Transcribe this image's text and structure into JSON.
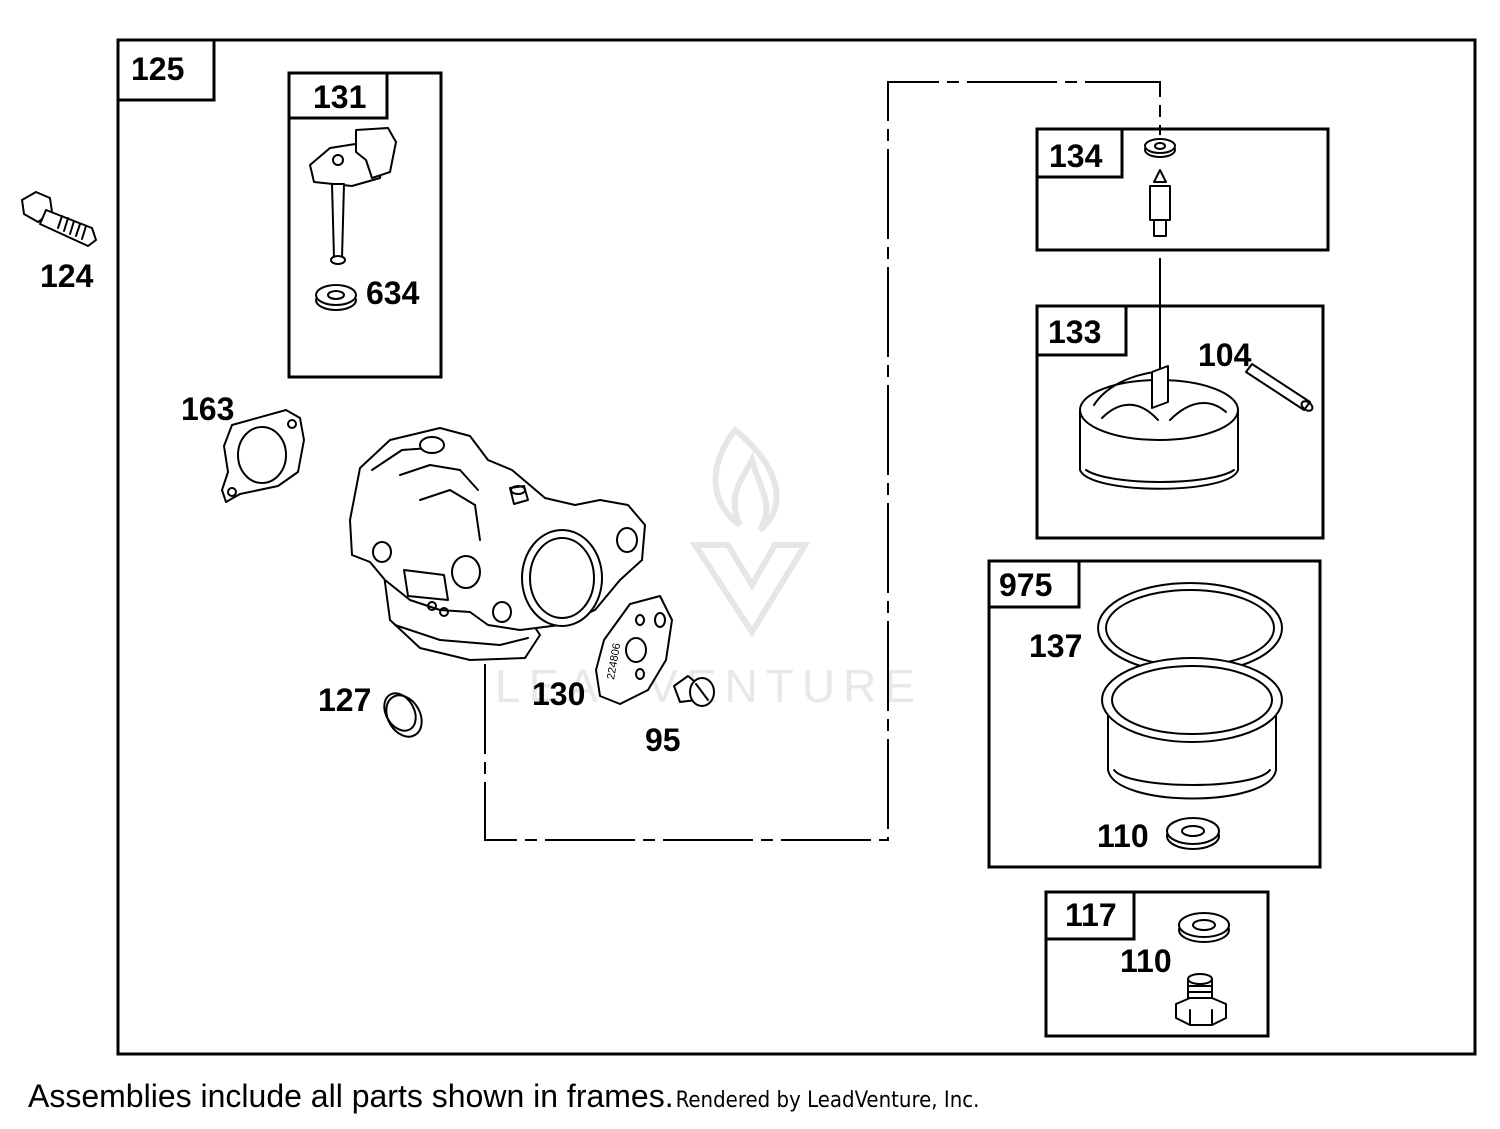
{
  "frames": {
    "outer": "125",
    "throttle": "131",
    "needle": "134",
    "float": "133",
    "bowl": "975",
    "drain": "117"
  },
  "labels": {
    "p124": "124",
    "p634": "634",
    "p163": "163",
    "p104": "104",
    "p137": "137",
    "p127": "127",
    "p130": "130",
    "p95": "95",
    "p110a": "110",
    "p110b": "110"
  },
  "gasket_stamp": "224806",
  "watermark": "LEADVENTURE",
  "caption": "Assemblies include all parts shown in frames.",
  "credit": "Rendered by LeadVenture, Inc."
}
